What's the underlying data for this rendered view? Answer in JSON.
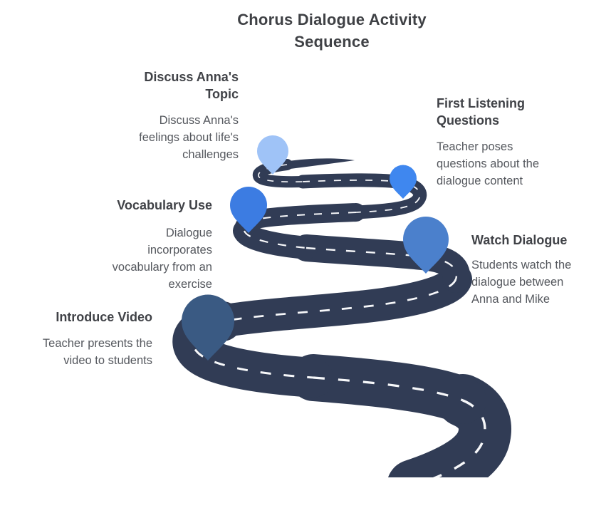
{
  "title": "Chorus Dialogue Activity\nSequence",
  "road": {
    "color": "#313c55",
    "dash_color": "#f7f8fa"
  },
  "steps": [
    {
      "id": "introduce-video",
      "title": "Introduce Video",
      "description": "Teacher presents the\nvideo to students",
      "pin_color": "#3a5a83",
      "side": "left"
    },
    {
      "id": "watch-dialogue",
      "title": "Watch Dialogue",
      "description": "Students watch the\ndialogue between\nAnna and Mike",
      "pin_color": "#4b80cc",
      "side": "right"
    },
    {
      "id": "vocabulary-use",
      "title": "Vocabulary Use",
      "description": "Dialogue\nincorporates\nvocabulary from an\nexercise",
      "pin_color": "#3c7ce2",
      "side": "left"
    },
    {
      "id": "first-listening-questions",
      "title": "First Listening\nQuestions",
      "description": "Teacher poses\nquestions about the\ndialogue content",
      "pin_color": "#3f87ef",
      "side": "right"
    },
    {
      "id": "discuss-annas-topic",
      "title": "Discuss Anna's\nTopic",
      "description": "Discuss Anna's\nfeelings about life's\nchallenges",
      "pin_color": "#9fc3f7",
      "side": "left"
    }
  ]
}
